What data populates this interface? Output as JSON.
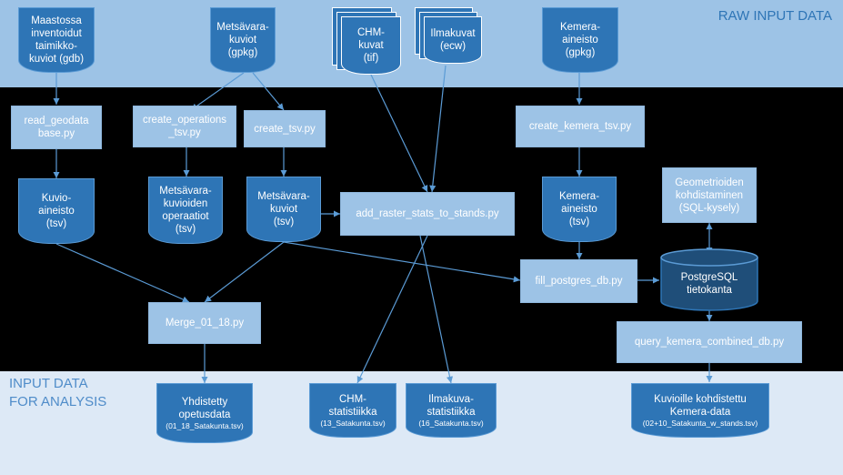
{
  "bands": {
    "top_label": "RAW INPUT DATA",
    "bottom_label_1": "INPUT DATA",
    "bottom_label_2": "FOR ANALYSIS"
  },
  "raw": {
    "maastossa": [
      "Maastossa",
      "inventoidut",
      "taimikko-",
      "kuviot (gdb)"
    ],
    "metsavara": [
      "Metsävara-",
      "kuviot",
      "(gpkg)"
    ],
    "chm": [
      "CHM-",
      "kuvat",
      "(tif)"
    ],
    "ilmakuvat": [
      "Ilmakuvat",
      "(ecw)"
    ],
    "kemera": [
      "Kemera-",
      "aineisto",
      "(gpkg)"
    ]
  },
  "process": {
    "read_geodata": [
      "read_geodata",
      "base.py"
    ],
    "create_operations": [
      "create_operations",
      "_tsv.py"
    ],
    "create_tsv": "create_tsv.py",
    "create_kemera_tsv": "create_kemera_tsv.py",
    "add_raster": "add_raster_stats_to_stands.py",
    "geometrioiden": [
      "Geometrioiden",
      "kohdistaminen",
      "(SQL-kysely)"
    ],
    "fill_postgres": "fill_postgres_db.py",
    "merge": "Merge_01_18.py",
    "query_kemera": "query_kemera_combined_db.py"
  },
  "intermediate": {
    "kuvioaineisto": [
      "Kuvio-",
      "aineisto",
      "(tsv)"
    ],
    "metsavara_operaatiot": [
      "Metsävara-",
      "kuvioiden",
      "operaatiot",
      "(tsv)"
    ],
    "metsavara_kuviot_tsv": [
      "Metsävara-",
      "kuviot",
      "(tsv)"
    ],
    "kemera_tsv": [
      "Kemera-",
      "aineisto",
      "(tsv)"
    ]
  },
  "database": {
    "line1": "PostgreSQL",
    "line2": "tietokanta"
  },
  "outputs": {
    "yhdistetty": {
      "title": [
        "Yhdistetty",
        "opetusdata"
      ],
      "file": "(01_18_Satakunta.tsv)"
    },
    "chm_stat": {
      "title": [
        "CHM-",
        "statistiikka"
      ],
      "file": "(13_Satakunta.tsv)"
    },
    "ilmakuva_stat": {
      "title": [
        "Ilmakuva-",
        "statistiikka"
      ],
      "file": "(16_Satakunta.tsv)"
    },
    "kuvioille": {
      "title": [
        "Kuvioille kohdistettu",
        "Kemera-data"
      ],
      "file": "(02+10_Satakunta_w_stands.tsv)"
    }
  },
  "colors": {
    "band_top": "#9dc3e6",
    "band_bottom": "#dde9f6",
    "doc_fill": "#2e75b6",
    "process_fill": "#9dc3e6",
    "db_fill": "#1f4e79",
    "arrow": "#5b9bd5"
  }
}
